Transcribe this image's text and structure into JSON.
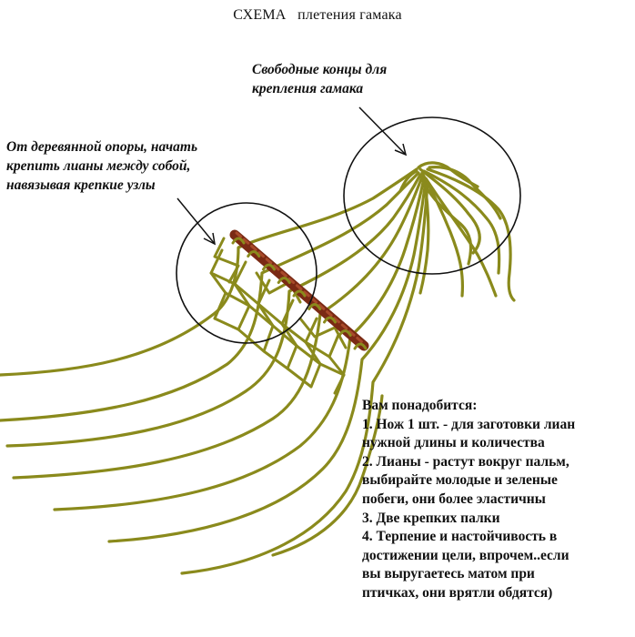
{
  "title": {
    "part1": "СХЕМА",
    "part2": "плетения гамака"
  },
  "annotations": {
    "free_ends": [
      "Свободные концы для",
      "крепления гамака"
    ],
    "support": [
      "От деревянной опоры, начать",
      "крепить лианы между собой,",
      "навязывая крепкие узлы"
    ]
  },
  "requirements": {
    "heading": "Вам понадобится:",
    "lines": [
      "1. Нож 1 шт. - для заготовки лиан",
      "нужной длины и количества",
      "2. Лианы - растут вокруг пальм,",
      "выбирайте молодые и зеленые",
      "побеги, они более эластичны",
      "3. Две крепких палки",
      "4. Терпение и настойчивость в",
      "достижении цели, впрочем..если",
      "вы выругаетесь матом при",
      "птичках, они врятли обдятся)"
    ]
  },
  "colors": {
    "liana": "#8a8a1c",
    "stick": "#7a2a14",
    "stick_highlight": "#a84a2a",
    "outline": "#111111"
  }
}
